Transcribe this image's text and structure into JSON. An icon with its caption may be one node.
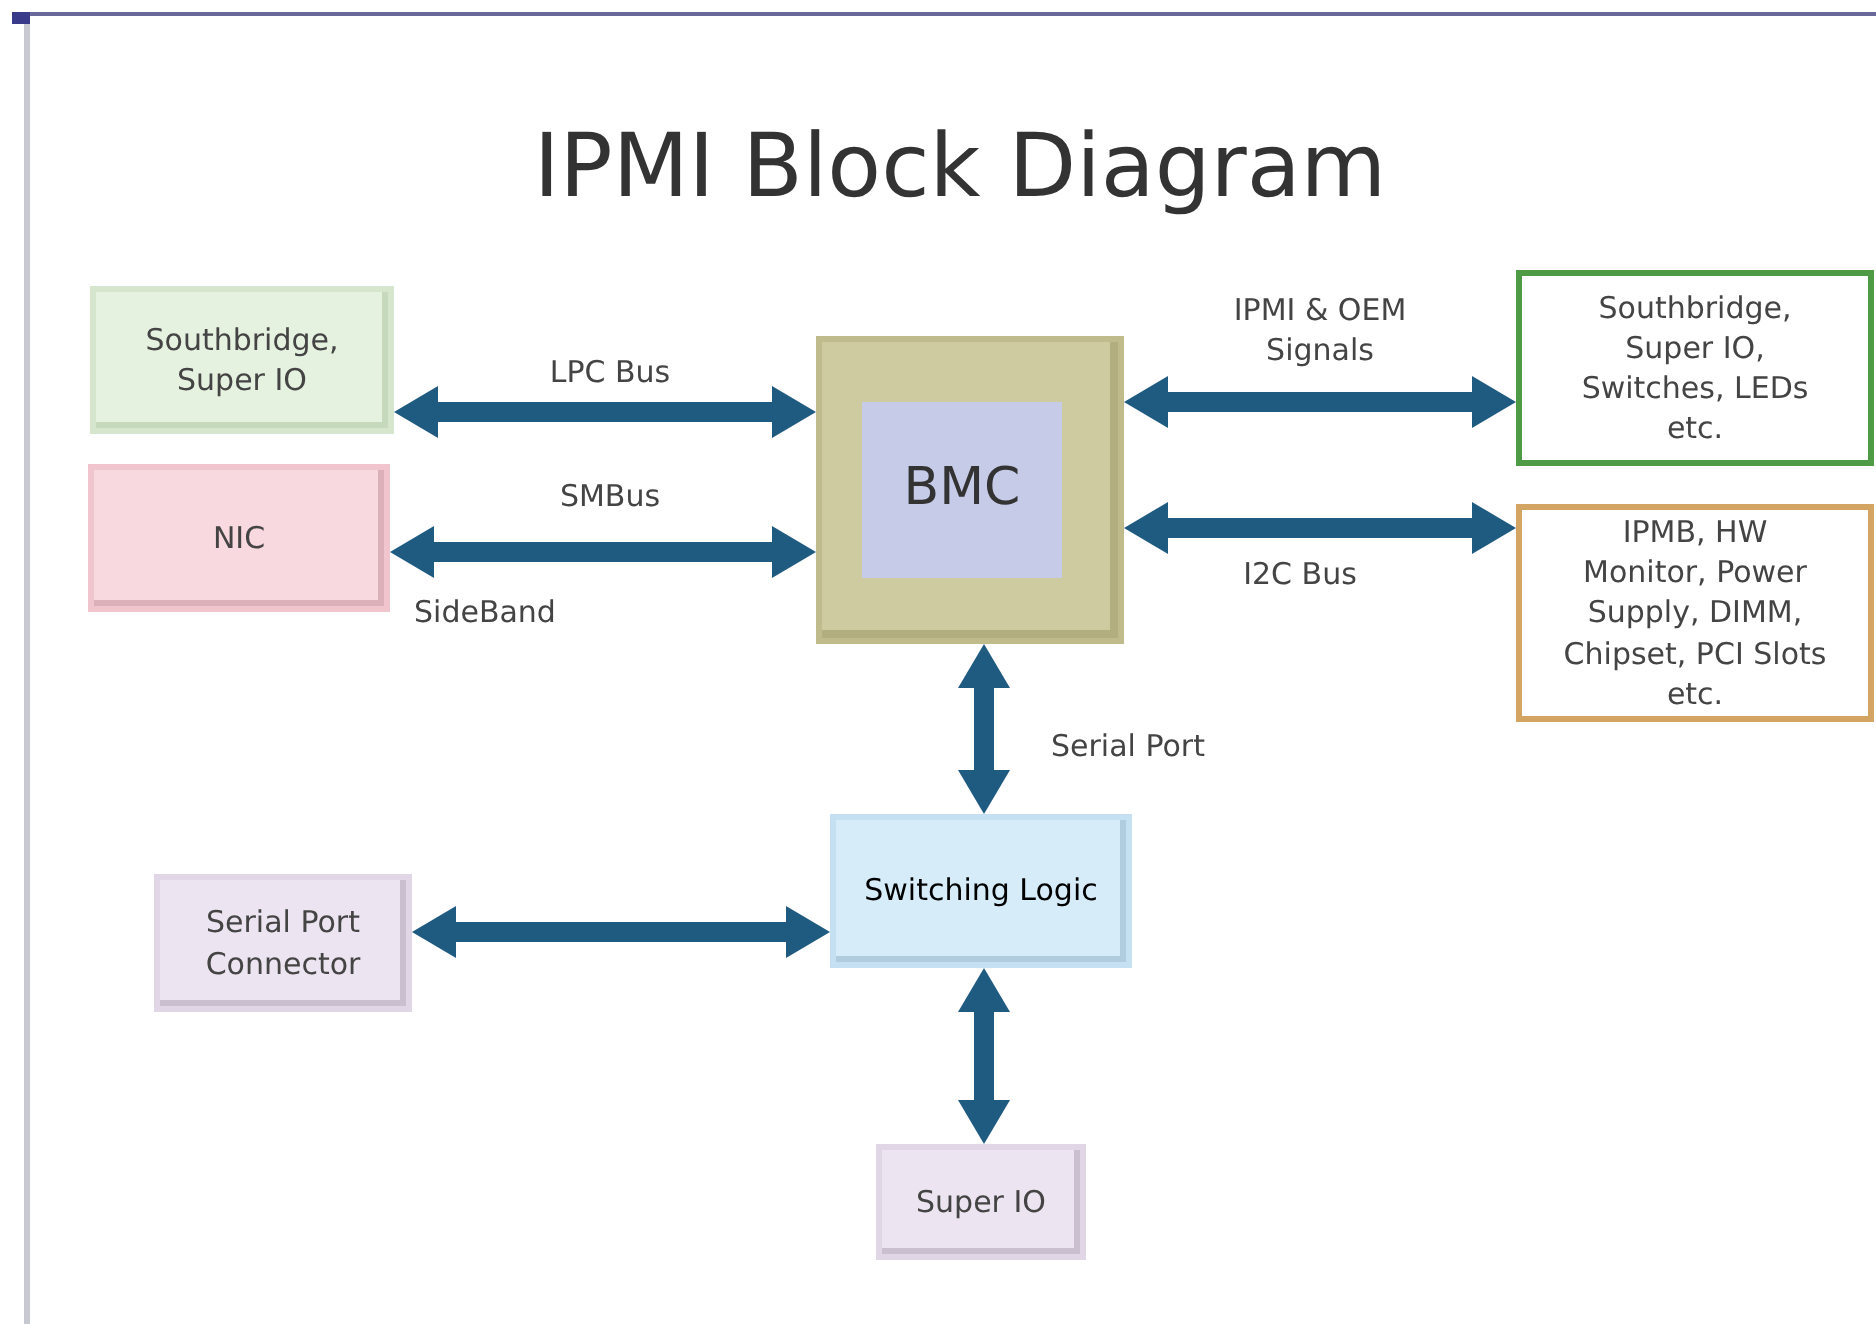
{
  "diagram": {
    "title": "IPMI Block Diagram",
    "nodes": [
      {
        "text": [
          "Southbridge, Super IO"
        ]
      },
      {
        "text": [
          "NIC"
        ]
      },
      {
        "text": [],
        "shape": "box"
      },
      {
        "text": [
          "BMC"
        ],
        "in": 2
      },
      {
        "text": [
          "Southbridge, Super IO, Switches, LEDs etc."
        ]
      },
      {
        "text": [
          "IPMB, HW Monitor, Power Supply, DIMM, Chipset, PCI Slots etc."
        ]
      },
      {
        "text": [
          "Switching Logic"
        ]
      },
      {
        "text": [
          "Serial Port Connector"
        ]
      },
      {
        "text": [
          "Super IO"
        ]
      }
    ],
    "edges": [
      {
        "from": 0,
        "to": 2,
        "arrow": "both",
        "label": "LPC Bus"
      },
      {
        "from": 1,
        "to": 2,
        "arrow": "both",
        "label": "SMBus"
      },
      {
        "from": 2,
        "to": 4,
        "arrow": "both",
        "label": "IPMI & OEM Signals"
      },
      {
        "from": 2,
        "to": 5,
        "arrow": "both",
        "label": "I2C Bus"
      },
      {
        "from": 2,
        "to": 6,
        "arrow": "both",
        "label": "Serial Port"
      },
      {
        "from": 7,
        "to": 6,
        "arrow": "both"
      },
      {
        "from": 6,
        "to": 8,
        "arrow": "both"
      }
    ],
    "labels": [
      "SideBand"
    ]
  }
}
